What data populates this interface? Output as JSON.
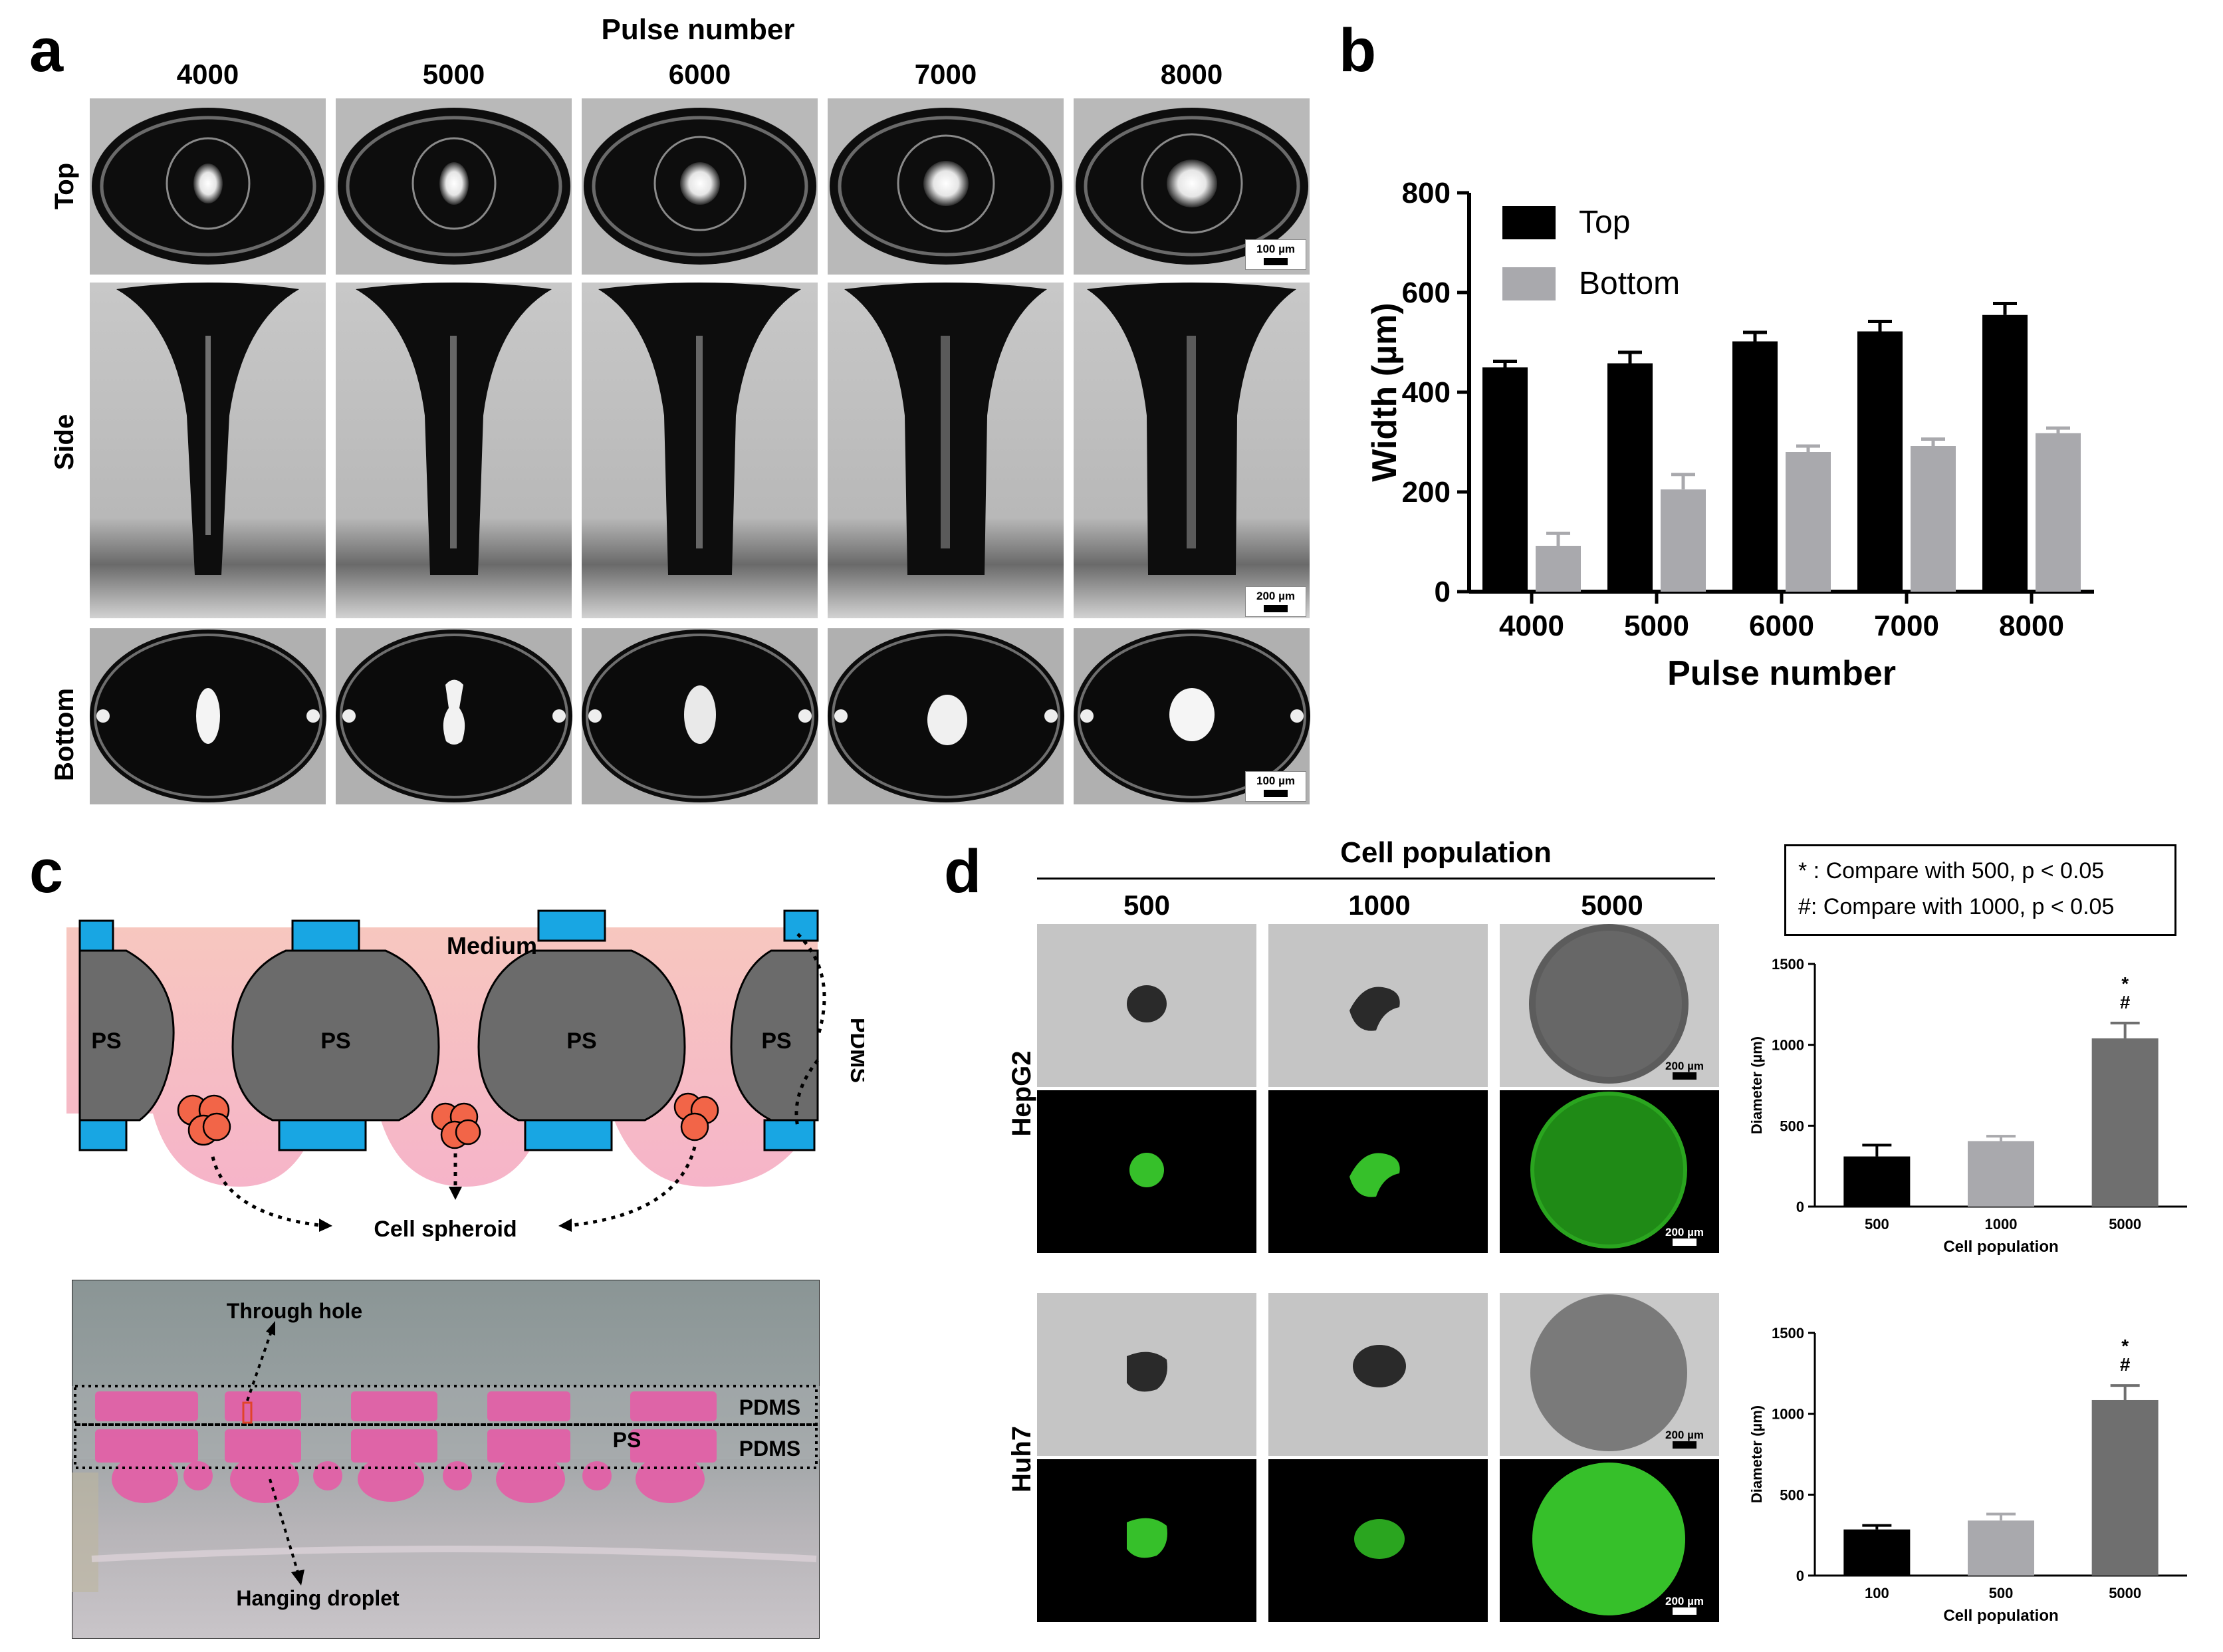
{
  "panels": {
    "a": "a",
    "b": "b",
    "c": "c",
    "d": "d"
  },
  "panel_a": {
    "header": "Pulse number",
    "columns": [
      "4000",
      "5000",
      "6000",
      "7000",
      "8000"
    ],
    "rows": [
      "Top",
      "Side",
      "Bottom"
    ],
    "scale_top": "100 µm",
    "scale_side": "200 µm",
    "scale_bottom": "100 µm"
  },
  "panel_b": {
    "chart_data": {
      "type": "bar",
      "categories": [
        "4000",
        "5000",
        "6000",
        "7000",
        "8000"
      ],
      "series": [
        {
          "name": "Top",
          "values": [
            450,
            458,
            502,
            522,
            555
          ],
          "errors": [
            12,
            22,
            18,
            20,
            23
          ],
          "color": "#000000"
        },
        {
          "name": "Bottom",
          "values": [
            92,
            205,
            280,
            292,
            318
          ],
          "errors": [
            25,
            30,
            12,
            14,
            10
          ],
          "color": "#a9a9ad"
        }
      ],
      "xlabel": "Pulse number",
      "ylabel": "Width (µm)",
      "ylim": [
        0,
        800
      ],
      "yticks": [
        "0",
        "200",
        "400",
        "600",
        "800"
      ],
      "legend": "top-left"
    }
  },
  "panel_c": {
    "labels": {
      "medium": "Medium",
      "ps": "PS",
      "pdms": "PDMS",
      "cell_spheroid": "Cell spheroid"
    },
    "photo_labels": {
      "through_hole": "Through hole",
      "pdms_top": "PDMS",
      "ps": "PS",
      "pdms_bottom": "PDMS",
      "hanging_droplet": "Hanging droplet"
    }
  },
  "panel_d": {
    "header": "Cell population",
    "columns": [
      "500",
      "1000",
      "5000"
    ],
    "rows": [
      "HepG2",
      "Huh7"
    ],
    "scale": "200 µm",
    "legend": [
      "* : Compare with 500, p < 0.05",
      "#: Compare with 1000, p < 0.05"
    ],
    "chart_data": [
      {
        "type": "bar",
        "categories": [
          "500",
          "1000",
          "5000"
        ],
        "values": [
          310,
          405,
          1040
        ],
        "errors": [
          70,
          30,
          95
        ],
        "colors": [
          "#000000",
          "#a9a9ad",
          "#6f6f6f"
        ],
        "xlabel": "Cell population",
        "ylabel": "Diameter (µm)",
        "ylim": [
          0,
          1500
        ],
        "yticks": [
          "0",
          "500",
          "1000",
          "1500"
        ],
        "annotations": [
          "*",
          "#"
        ]
      },
      {
        "type": "bar",
        "categories": [
          "100",
          "500",
          "5000"
        ],
        "values": [
          285,
          340,
          1085
        ],
        "errors": [
          25,
          40,
          90
        ],
        "colors": [
          "#000000",
          "#a9a9ad",
          "#6f6f6f"
        ],
        "xlabel": "Cell population",
        "ylabel": "Diameter (µm)",
        "ylim": [
          0,
          1500
        ],
        "yticks": [
          "0",
          "500",
          "1000",
          "1500"
        ],
        "annotations": [
          "*",
          "#"
        ]
      }
    ]
  }
}
